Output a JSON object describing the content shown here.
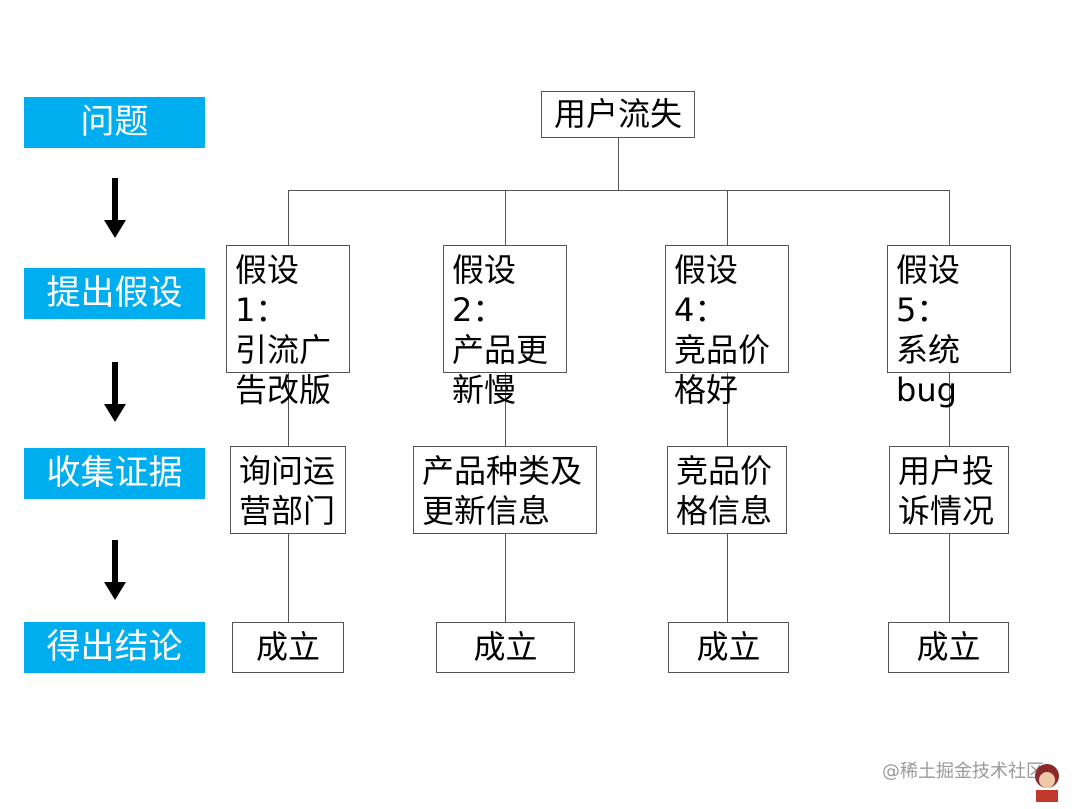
{
  "stages": {
    "problem": "问题",
    "hypothesis": "提出假设",
    "evidence": "收集证据",
    "conclusion": "得出结论"
  },
  "root": "用户流失",
  "hypotheses": [
    {
      "label": "假设1：\n引流广\n告改版",
      "evidence": "询问运\n营部门",
      "conclusion": "成立"
    },
    {
      "label": "假设2：\n产品更\n新慢",
      "evidence": "产品种类及\n更新信息",
      "conclusion": "成立"
    },
    {
      "label": "假设4：\n竞品价\n格好",
      "evidence": "竞品价\n格信息",
      "conclusion": "成立"
    },
    {
      "label": "假设5：\n系统\nbug",
      "evidence": "用户投\n诉情况",
      "conclusion": "成立"
    }
  ],
  "watermark": "@稀土掘金技术社区",
  "colors": {
    "stage_bg": "#00aeef",
    "stage_text": "#ffffff",
    "line": "#555555",
    "arrow": "#000000"
  },
  "icons": {
    "arrow": "down-arrow-icon",
    "avatar": "avatar-icon"
  }
}
